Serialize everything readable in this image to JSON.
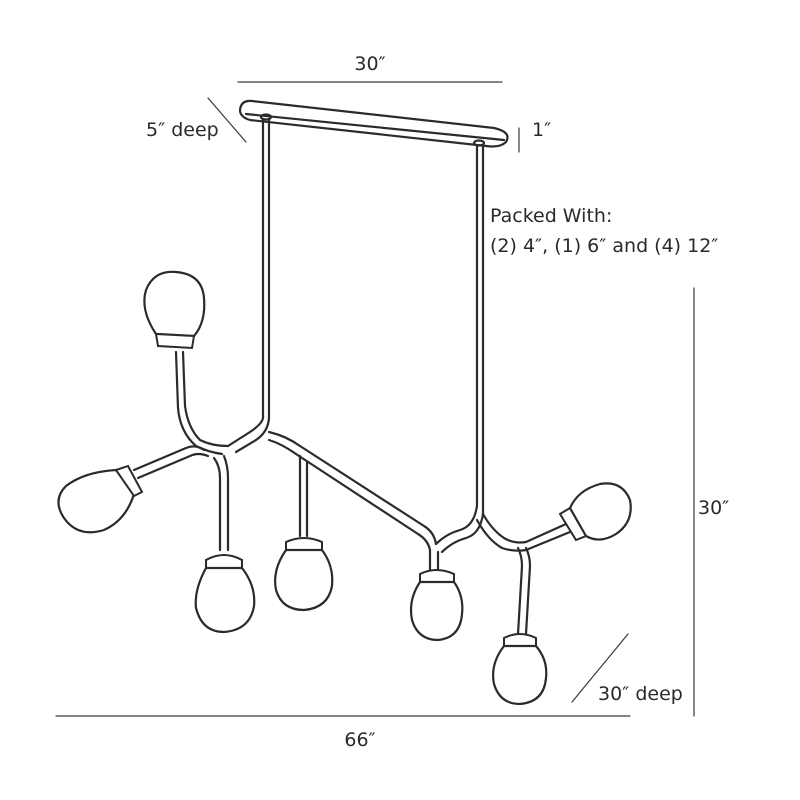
{
  "dimensions": {
    "canopy_width": "30″",
    "canopy_depth": "5″ deep",
    "canopy_height": "1″",
    "overall_height": "30″",
    "overall_width": "66″",
    "overall_depth": "30″ deep"
  },
  "packed_with": {
    "line1": "Packed With:",
    "line2": "(2) 4″, (1) 6″ and (4) 12″"
  }
}
